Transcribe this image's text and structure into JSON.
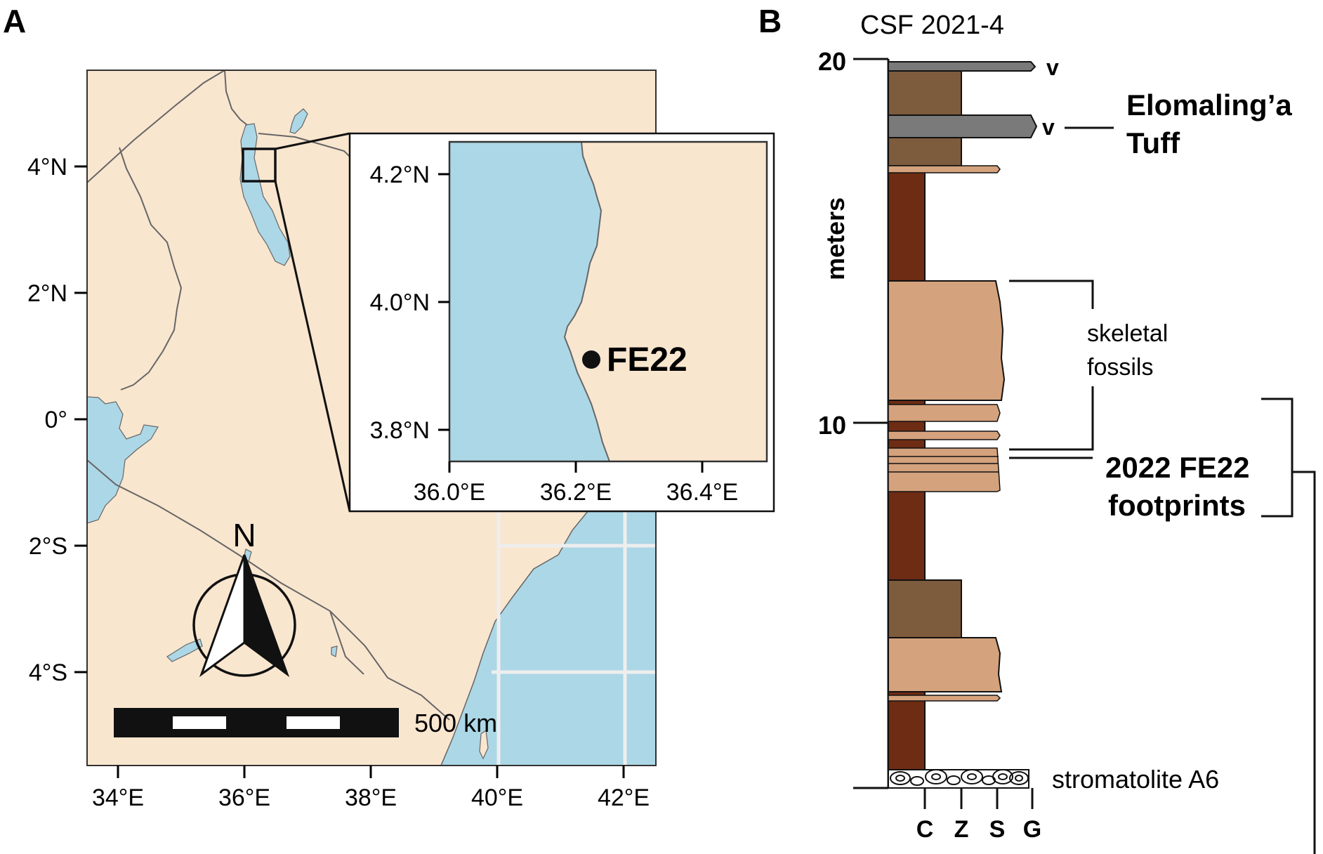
{
  "panel_a": {
    "letter": "A",
    "lat_labels": [
      "4°N",
      "2°N",
      "0°",
      "2°S",
      "4°S"
    ],
    "lon_labels": [
      "34°E",
      "36°E",
      "38°E",
      "40°E",
      "42°E"
    ],
    "north_label": "N",
    "scale_label": "500 km",
    "colors": {
      "land": "#f9e6cf",
      "water": "#acd7e6",
      "border": "#666666"
    },
    "inset": {
      "lat_labels": [
        "4.2°N",
        "4.0°N",
        "3.8°N"
      ],
      "lon_labels": [
        "36.0°E",
        "36.2°E",
        "36.4°E"
      ],
      "site_label": "FE22"
    }
  },
  "panel_b": {
    "letter": "B",
    "section_title": "CSF 2021-4",
    "axis_label": "meters",
    "ticks": [
      "20",
      "10"
    ],
    "tuff_marks": [
      "v",
      "v"
    ],
    "tuff_label": [
      "Elomaling’a",
      "Tuff"
    ],
    "fossils_label": [
      "skeletal",
      "fossils"
    ],
    "footprints_label": [
      "2022 FE22",
      "footprints"
    ],
    "stromatolite_label": "stromatolite A6",
    "grain_scale": [
      "C",
      "Z",
      "S",
      "G"
    ],
    "colors": {
      "clay": "#6e2c14",
      "silt": "#7d5b3d",
      "sand": "#d4a27c",
      "tuff": "#7a7a7a"
    }
  }
}
